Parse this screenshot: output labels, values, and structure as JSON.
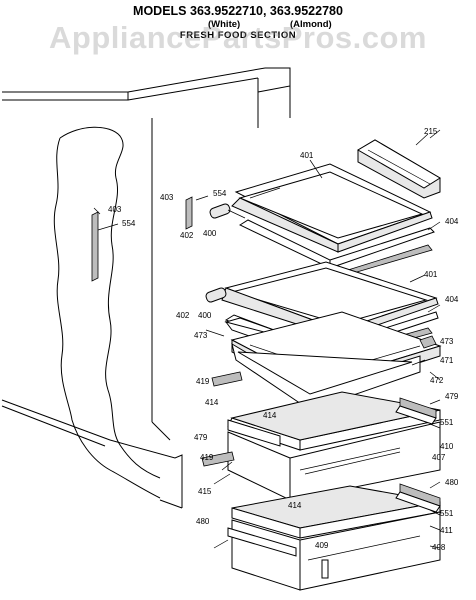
{
  "header": {
    "models_line": "MODELS 363.9522710, 363.9522780",
    "color_white": "(White)",
    "color_almond": "(Almond)",
    "section_title": "FRESH FOOD SECTION"
  },
  "watermark": "AppliancePartsPros.com",
  "part_labels": {
    "p215": "215",
    "p401": "401",
    "p401b": "401",
    "p402": "402",
    "p402b": "402",
    "p403": "403",
    "p403b": "403",
    "p404": "404",
    "p404b": "404",
    "p400": "400",
    "p400b": "400",
    "p554": "554",
    "p554b": "554",
    "p473": "473",
    "p473b": "473",
    "p471": "471",
    "p472": "472",
    "p479": "479",
    "p479b": "479",
    "p419": "419",
    "p419b": "419",
    "p414": "414",
    "p414b": "414",
    "p414c": "414",
    "p410": "410",
    "p551": "551",
    "p551b": "551",
    "p407": "407",
    "p415": "415",
    "p480": "480",
    "p480b": "480",
    "p411": "411",
    "p408": "408",
    "p409": "409"
  }
}
